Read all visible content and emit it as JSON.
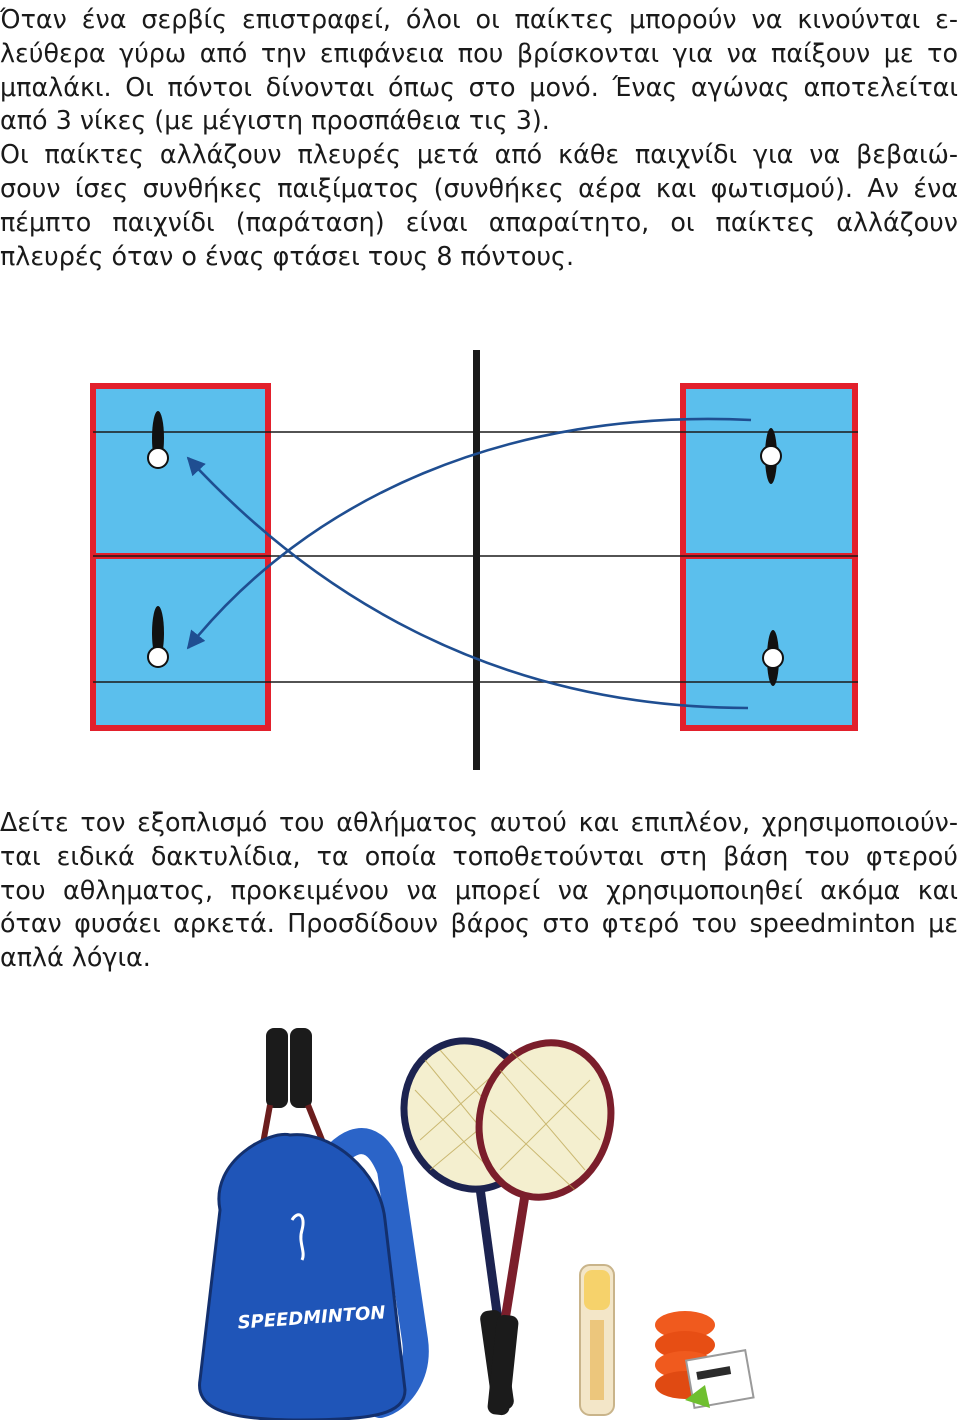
{
  "paragraph_1": {
    "lines": [
      " Όταν ένα σερβίς επιστραφεί, όλοι οι παίκτες μπορούν να κινούνται ε-",
      "λεύθερα γύρω από την επιφάνεια που βρίσκονται για να παίξουν με το",
      "μπαλάκι. Οι πόντοι δίνονται όπως στο μονό. Ένας αγώνας αποτελείται",
      "από 3 νίκες (με μέγιστη προσπάθεια τις 3).",
      "  Οι παίκτες αλλάζουν πλευρές μετά από κάθε παιχνίδι για να βεβαιώ-",
      "σουν ίσες συνθήκες παιξίματος (συνθήκες αέρα και φωτισμού). Αν ένα",
      "πέμπτο παιχνίδι (παράταση) είναι απαραίτητο, οι παίκτες αλλάζουν",
      "πλευρές όταν ο ένας φτάσει τους 8 πόντους."
    ]
  },
  "paragraph_2": {
    "lines": [
      "Δείτε τον εξοπλισμό του αθλήματος αυτού και επιπλέον, χρησιμοποιούν-",
      "ται ειδικά δακτυλίδια, τα οποία τοποθετούνται στη βάση του φτερού",
      "του αθληματος, προκειμένου να μπορεί να χρησιμοποιηθεί ακόμα και",
      "όταν φυσάει αρκετά. Προσδίδουν βάρος στο φτερό του speedminton με",
      "απλά λόγια."
    ]
  },
  "diagram": {
    "court_fill": "#5bbfed",
    "box_border": "#e2202c",
    "arrow_color": "#1f4e91"
  },
  "equipment_photo": {
    "brand_text": "SPEEDMINTON",
    "bag_color": "#1f55b8",
    "ring_color": "#f05a1e"
  }
}
